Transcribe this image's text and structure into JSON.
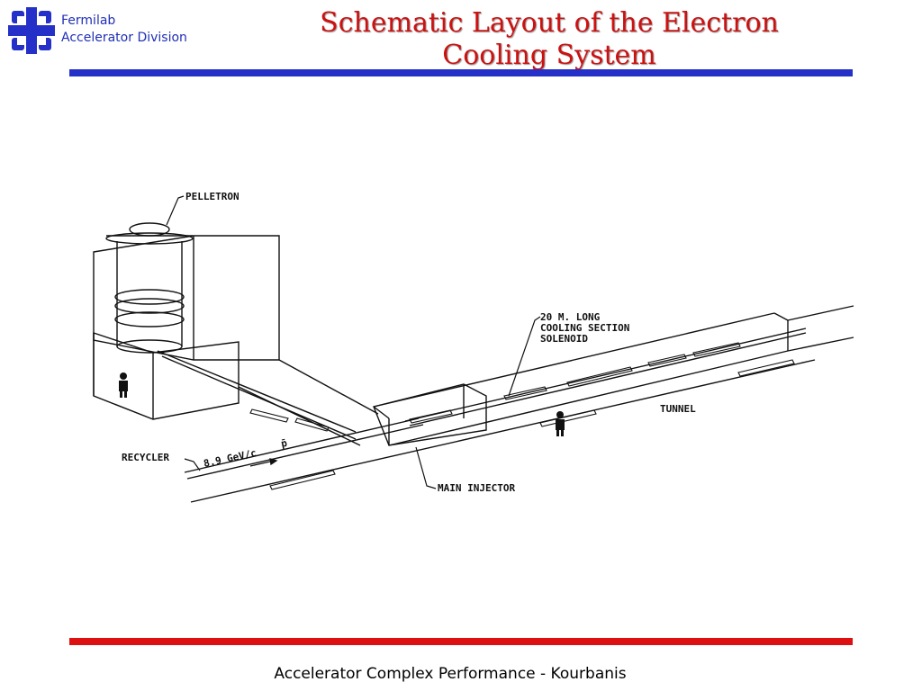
{
  "header": {
    "org_line1": "Fermilab",
    "org_line2": "Accelerator Division",
    "title_line1": "Schematic Layout of the Electron",
    "title_line2": "Cooling System"
  },
  "colors": {
    "brand_blue": "#2430c8",
    "title_red": "#cc1111",
    "rule_red": "#dd1111"
  },
  "diagram": {
    "labels": {
      "pelletron": "PELLETRON",
      "cooling_line1": "20 M. LONG",
      "cooling_line2": "COOLING SECTION",
      "cooling_line3": "SOLENOID",
      "tunnel": "TUNNEL",
      "recycler": "RECYCLER",
      "beam_energy": "8.9 GeV/c",
      "beam_symbol": "p̄",
      "main_injector": "MAIN INJECTOR"
    }
  },
  "footer": {
    "text": "Accelerator Complex Performance - Kourbanis"
  }
}
